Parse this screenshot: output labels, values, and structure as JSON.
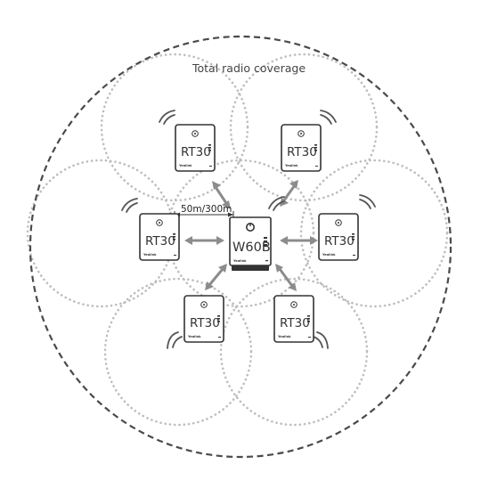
{
  "diagram": {
    "coverage_label": "Total radio coverage",
    "distance_label": "50m/300m",
    "base_station": {
      "model": "W60B",
      "brand": "Yealink"
    },
    "handsets": [
      {
        "model": "RT30",
        "brand": "Yealink"
      },
      {
        "model": "RT30",
        "brand": "Yealink"
      },
      {
        "model": "RT30",
        "brand": "Yealink"
      },
      {
        "model": "RT30",
        "brand": "Yealink"
      },
      {
        "model": "RT30",
        "brand": "Yealink"
      },
      {
        "model": "RT30",
        "brand": "Yealink"
      }
    ],
    "colors": {
      "outline": "#333333",
      "coverage_dots": "#bdbdbd",
      "arrows": "#8c8c8c",
      "background": "#ffffff"
    }
  }
}
